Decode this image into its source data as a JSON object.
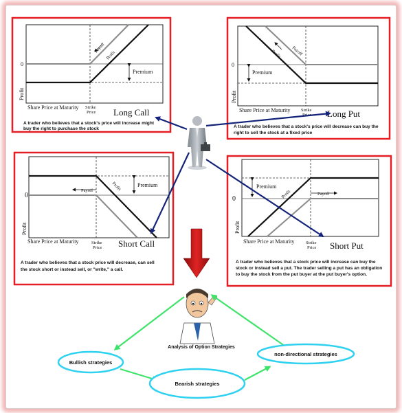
{
  "common": {
    "zero": "0",
    "profit": "Profit",
    "share_price": "Share Price at Maturity",
    "strike_1": "Strike",
    "strike_2": "Price",
    "payoff": "Payoff",
    "profit_line": "Profit",
    "premium": "Premium"
  },
  "panels": [
    {
      "title": "Long Call",
      "desc": [
        "A trader who believes that a stock's price will increase might",
        "buy the right to purchase the stock"
      ]
    },
    {
      "title": "Long Put",
      "desc": [
        "A trader who believes that a stock's price will decrease can buy the",
        "right to sell the stock at a fixed price"
      ]
    },
    {
      "title": "Short Call",
      "desc": [
        "A trader who believes that a stock price will decrease, can sell",
        "the stock short or instead sell, or \"write,\" a call."
      ]
    },
    {
      "title": "Short Put",
      "desc": [
        "A trader who believes that a stock price will increase can buy the",
        "stock or instead sell a put. The trader selling a put has an obligation",
        "to buy the stock from the put buyer at the put buyer's option."
      ]
    }
  ],
  "bottom": {
    "center": "Analysis of Option Strategies",
    "bullish": "Bullish strategies",
    "bearish": "Bearish strategies",
    "nondirectional": "non-directional strategies"
  },
  "colors": {
    "panel_border": "#e31e24",
    "down_arrow": "#d81e1e",
    "navy_arrow": "#14237a",
    "green_arrow": "#3ee36a",
    "ellipse": "#2fd1f0"
  },
  "icons": [
    "businessman-icon",
    "thinking-man-icon",
    "down-arrow-icon"
  ]
}
